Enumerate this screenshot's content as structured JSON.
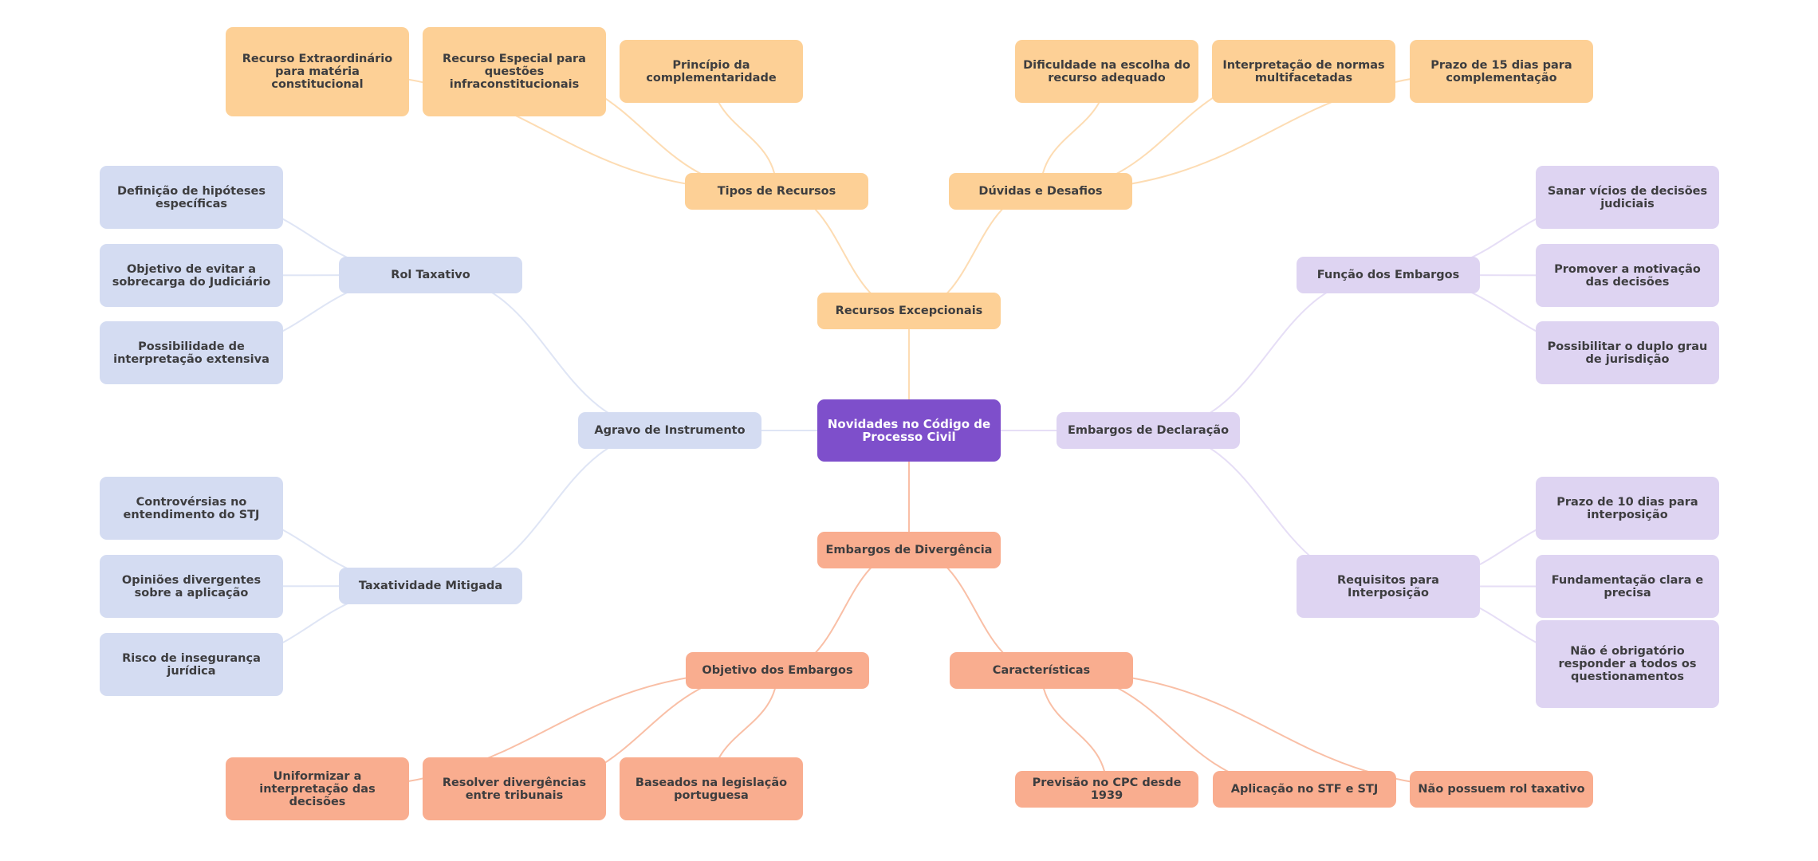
{
  "title": "Novidades no Código de Processo Civil",
  "colors": {
    "root": "#7e4fcb",
    "recursos_excepcionais": "#fdd096",
    "agravo_de_instrumento": "#d4dcf2",
    "embargos_de_declaracao": "#ded4f2",
    "embargos_de_divergencia": "#f9ad8f",
    "edge_orange": "#fddcb3",
    "edge_blue": "#dfe5f5",
    "edge_lavender": "#e6def6",
    "edge_salmon": "#f9bfa6",
    "text": "#3d3d3f",
    "root_text": "#ffffff"
  },
  "nodes": {
    "root": {
      "label": "Novidades no Código de Processo Civil",
      "color": "root"
    },
    "recursos_excepcionais": {
      "label": "Recursos Excepcionais",
      "color": "orange",
      "parent": "root"
    },
    "tipos_de_recursos": {
      "label": "Tipos de Recursos",
      "color": "orange",
      "parent": "recursos_excepcionais"
    },
    "recurso_extraordinario": {
      "label": "Recurso Extraordinário para matéria constitucional",
      "color": "orange",
      "parent": "tipos_de_recursos"
    },
    "recurso_especial": {
      "label": "Recurso Especial para questões infraconstitucionais",
      "color": "orange",
      "parent": "tipos_de_recursos"
    },
    "principio_complementaridade": {
      "label": "Princípio da complementaridade",
      "color": "orange",
      "parent": "tipos_de_recursos"
    },
    "duvidas_desafios": {
      "label": "Dúvidas e Desafios",
      "color": "orange",
      "parent": "recursos_excepcionais"
    },
    "dificuldade_escolha": {
      "label": "Dificuldade na escolha do recurso adequado",
      "color": "orange",
      "parent": "duvidas_desafios"
    },
    "interpretacao_normas": {
      "label": "Interpretação de normas multifacetadas",
      "color": "orange",
      "parent": "duvidas_desafios"
    },
    "prazo_15_dias": {
      "label": "Prazo de 15 dias para complementação",
      "color": "orange",
      "parent": "duvidas_desafios"
    },
    "agravo_instrumento": {
      "label": "Agravo de Instrumento",
      "color": "blue",
      "parent": "root"
    },
    "rol_taxativo": {
      "label": "Rol Taxativo",
      "color": "blue",
      "parent": "agravo_instrumento"
    },
    "definicao_hipoteses": {
      "label": "Definição de hipóteses específicas",
      "color": "blue",
      "parent": "rol_taxativo"
    },
    "objetivo_evitar_sobrecarga": {
      "label": "Objetivo de evitar a sobrecarga do Judiciário",
      "color": "blue",
      "parent": "rol_taxativo"
    },
    "possibilidade_interpretacao": {
      "label": "Possibilidade de interpretação extensiva",
      "color": "blue",
      "parent": "rol_taxativo"
    },
    "taxatividade_mitigada": {
      "label": "Taxatividade Mitigada",
      "color": "blue",
      "parent": "agravo_instrumento"
    },
    "controversias_stj": {
      "label": "Controvérsias no entendimento do STJ",
      "color": "blue",
      "parent": "taxatividade_mitigada"
    },
    "opinioes_divergentes": {
      "label": "Opiniões divergentes sobre a aplicação",
      "color": "blue",
      "parent": "taxatividade_mitigada"
    },
    "risco_inseguranca": {
      "label": "Risco de insegurança jurídica",
      "color": "blue",
      "parent": "taxatividade_mitigada"
    },
    "embargos_declaracao": {
      "label": "Embargos de Declaração",
      "color": "lavender",
      "parent": "root"
    },
    "funcao_embargos": {
      "label": "Função dos Embargos",
      "color": "lavender",
      "parent": "embargos_declaracao"
    },
    "sanar_vicios": {
      "label": "Sanar vícios de decisões judiciais",
      "color": "lavender",
      "parent": "funcao_embargos"
    },
    "promover_motivacao": {
      "label": "Promover a motivação das decisões",
      "color": "lavender",
      "parent": "funcao_embargos"
    },
    "duplo_grau": {
      "label": "Possibilitar o duplo grau de jurisdição",
      "color": "lavender",
      "parent": "funcao_embargos"
    },
    "requisitos_interposicao": {
      "label": "Requisitos para Interposição",
      "color": "lavender",
      "parent": "embargos_declaracao"
    },
    "prazo_10_dias": {
      "label": "Prazo de 10 dias para interposição",
      "color": "lavender",
      "parent": "requisitos_interposicao"
    },
    "fundamentacao_clara": {
      "label": "Fundamentação clara e precisa",
      "color": "lavender",
      "parent": "requisitos_interposicao"
    },
    "nao_obrigatorio": {
      "label": "Não é obrigatório responder a todos os questionamentos",
      "color": "lavender",
      "parent": "requisitos_interposicao"
    },
    "embargos_divergencia": {
      "label": "Embargos de Divergência",
      "color": "salmon",
      "parent": "root"
    },
    "objetivo_embargos": {
      "label": "Objetivo dos Embargos",
      "color": "salmon",
      "parent": "embargos_divergencia"
    },
    "uniformizar_interpretacao": {
      "label": "Uniformizar a interpretação das decisões",
      "color": "salmon",
      "parent": "objetivo_embargos"
    },
    "resolver_divergencias": {
      "label": "Resolver divergências entre tribunais",
      "color": "salmon",
      "parent": "objetivo_embargos"
    },
    "baseados_legislacao": {
      "label": "Baseados na legislação portuguesa",
      "color": "salmon",
      "parent": "objetivo_embargos"
    },
    "caracteristicas": {
      "label": "Características",
      "color": "salmon",
      "parent": "embargos_divergencia"
    },
    "previsao_cpc": {
      "label": "Previsão no CPC desde 1939",
      "color": "salmon",
      "parent": "caracteristicas"
    },
    "aplicacao_stf_stj": {
      "label": "Aplicação no STF e STJ",
      "color": "salmon",
      "parent": "caracteristicas"
    },
    "nao_possuem_rol": {
      "label": "Não possuem rol taxativo",
      "color": "salmon",
      "parent": "caracteristicas"
    }
  }
}
